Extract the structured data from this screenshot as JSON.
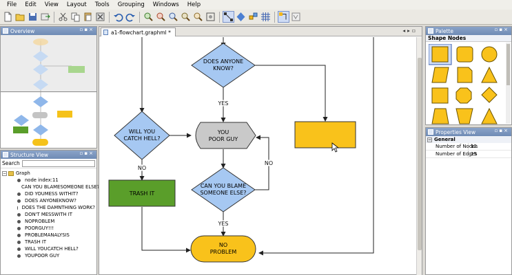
{
  "menu": [
    "File",
    "Edit",
    "View",
    "Layout",
    "Tools",
    "Grouping",
    "Windows",
    "Help"
  ],
  "overview": {
    "title": "Overview"
  },
  "structure": {
    "title": "Structure View",
    "search_label": "Search",
    "search_value": "",
    "root": "Graph",
    "items": [
      "node index:11",
      "CAN YOU BLAMESOMEONE ELSE?",
      "DID YOUMESS WITHIT?",
      "DOES ANYONEKNOW?",
      "DOES THE DAMNTHING WORK?",
      "DON'T MESSWITH IT",
      "NOPROBLEM",
      "POORGUY!!!",
      "PROBLEMANALYSIS",
      "TRASH IT",
      "WILL YOUCATCH HELL?",
      "YOUPOOR GUY"
    ]
  },
  "document": {
    "tab_label": "a1-flowchart.graphml *",
    "nodes": {
      "does_anyone": [
        "DOES ANYONE",
        "KNOW?"
      ],
      "will_you": [
        "WILL YOU",
        "CATCH HELL?"
      ],
      "poor_guy": [
        "YOU",
        "POOR GUY"
      ],
      "can_you_blame": [
        "CAN YOU BLAME",
        "SOMEONE ELSE?"
      ],
      "trash_it": "TRASH IT",
      "no_problem": [
        "NO",
        "PROBLEM"
      ]
    },
    "edge_labels": {
      "yes1": "YES",
      "no1": "NO",
      "no2": "NO",
      "yes2": "YES"
    }
  },
  "palette": {
    "title": "Palette",
    "section": "Shape Nodes"
  },
  "properties": {
    "title": "Properties View",
    "group": "General",
    "rows": [
      {
        "key": "Number of Nodes",
        "value": "12"
      },
      {
        "key": "Number of Edges",
        "value": "15"
      }
    ]
  },
  "colors": {
    "diamond": "#a6c8f2",
    "rect_yellow": "#f9c21b",
    "rect_green": "#5a9e2a",
    "gray": "#c9c9c9"
  }
}
